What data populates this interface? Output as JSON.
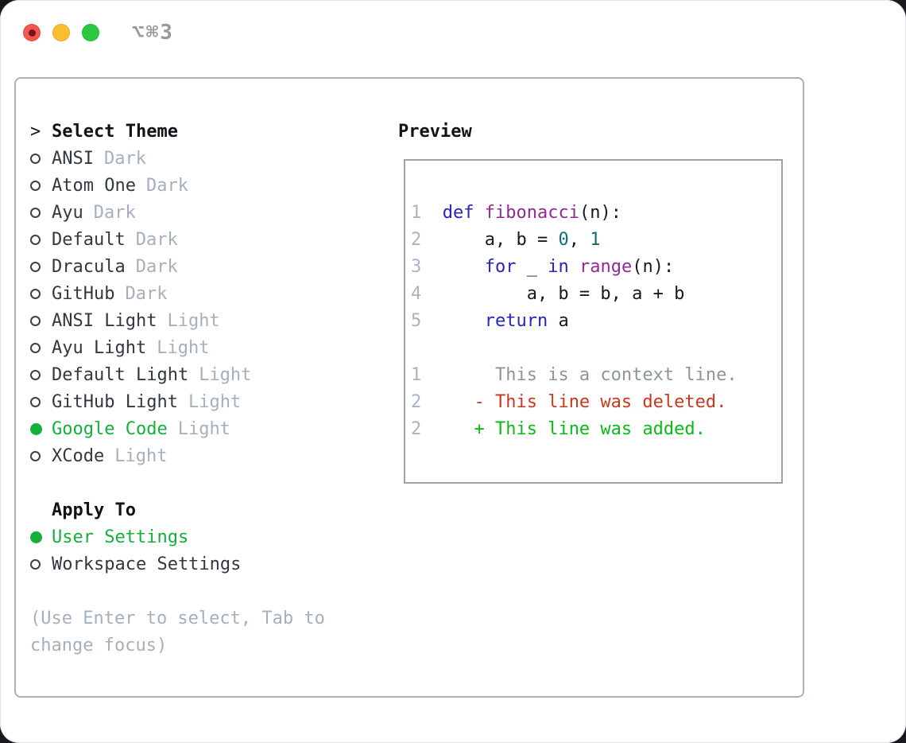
{
  "window": {
    "title_shortcut": "⌥⌘3"
  },
  "theme_selector": {
    "marker": ">",
    "header": "Select Theme",
    "themes": [
      {
        "name": "ANSI",
        "variant": "Dark",
        "selected": false
      },
      {
        "name": "Atom One",
        "variant": "Dark",
        "selected": false
      },
      {
        "name": "Ayu",
        "variant": "Dark",
        "selected": false
      },
      {
        "name": "Default",
        "variant": "Dark",
        "selected": false
      },
      {
        "name": "Dracula",
        "variant": "Dark",
        "selected": false
      },
      {
        "name": "GitHub",
        "variant": "Dark",
        "selected": false
      },
      {
        "name": "ANSI Light",
        "variant": "Light",
        "selected": false
      },
      {
        "name": "Ayu Light",
        "variant": "Light",
        "selected": false
      },
      {
        "name": "Default Light",
        "variant": "Light",
        "selected": false
      },
      {
        "name": "GitHub Light",
        "variant": "Light",
        "selected": false
      },
      {
        "name": "Google Code",
        "variant": "Light",
        "selected": true
      },
      {
        "name": "XCode",
        "variant": "Light",
        "selected": false
      }
    ]
  },
  "apply_to": {
    "header": "Apply To",
    "options": [
      {
        "name": "User Settings",
        "selected": true
      },
      {
        "name": "Workspace Settings",
        "selected": false
      }
    ]
  },
  "hint": {
    "line1": "(Use Enter to select, Tab to",
    "line2": "change focus)"
  },
  "preview": {
    "title": "Preview",
    "lines": [
      [
        [
          "ln",
          "1"
        ],
        [
          "pl",
          "  "
        ],
        [
          "kw",
          "def"
        ],
        [
          "pl",
          " "
        ],
        [
          "fn",
          "fibonacci"
        ],
        [
          "pl",
          "(n):"
        ]
      ],
      [
        [
          "ln",
          "2"
        ],
        [
          "pl",
          "      a, b = "
        ],
        [
          "num",
          "0"
        ],
        [
          "pl",
          ", "
        ],
        [
          "num",
          "1"
        ]
      ],
      [
        [
          "ln",
          "3"
        ],
        [
          "pl",
          "      "
        ],
        [
          "kw",
          "for"
        ],
        [
          "pl",
          " _ "
        ],
        [
          "kw",
          "in"
        ],
        [
          "pl",
          " "
        ],
        [
          "fn",
          "range"
        ],
        [
          "pl",
          "(n):"
        ]
      ],
      [
        [
          "ln",
          "4"
        ],
        [
          "pl",
          "          a, b = b, a + b"
        ]
      ],
      [
        [
          "ln",
          "5"
        ],
        [
          "pl",
          "      "
        ],
        [
          "kw",
          "return"
        ],
        [
          "pl",
          " a"
        ]
      ],
      [],
      [
        [
          "ln",
          "1"
        ],
        [
          "pl",
          "       "
        ],
        [
          "ctx",
          "This is a context line."
        ]
      ],
      [
        [
          "ln",
          "2"
        ],
        [
          "pl",
          "     "
        ],
        [
          "del",
          "- This line was deleted."
        ]
      ],
      [
        [
          "ln",
          "2"
        ],
        [
          "pl",
          "     "
        ],
        [
          "add",
          "+ This line was added."
        ]
      ]
    ]
  },
  "colors": {
    "selection_green": "#13b13a",
    "added_green": "#09bb17",
    "deleted_red": "#c6381f",
    "keyword_blue": "#2424c0",
    "function_purple": "#932a93",
    "number_teal": "#0d7070",
    "muted_gray": "#a6b0bc",
    "line_number_gray": "#a9b3c1",
    "panel_border_gray": "#a9b2ba",
    "traffic_red": "#f4574d",
    "traffic_yellow": "#fcbd30",
    "traffic_green": "#2cc83e"
  }
}
